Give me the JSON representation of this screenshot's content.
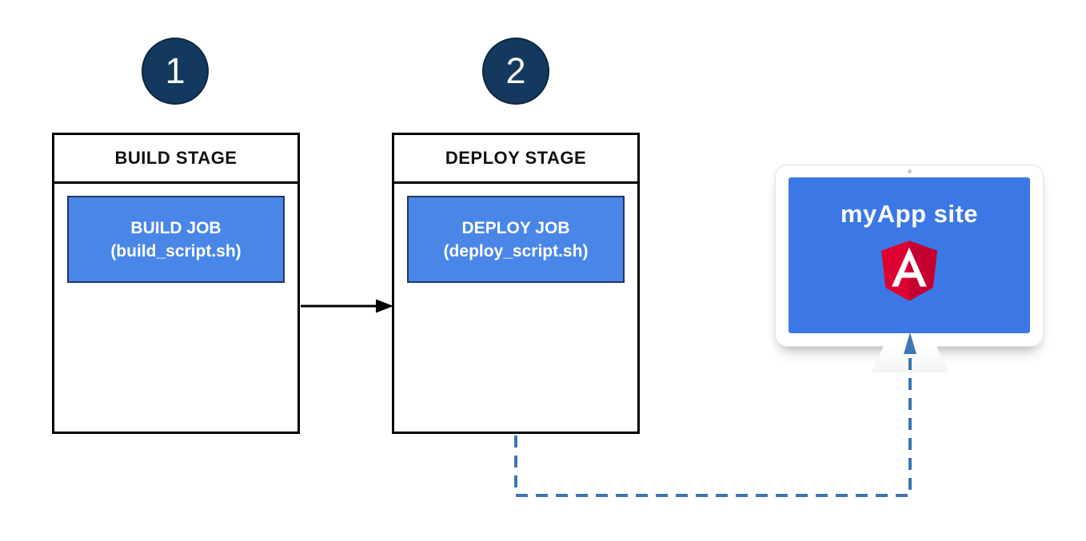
{
  "diagram": {
    "stages": [
      {
        "number": "1",
        "title": "BUILD STAGE",
        "job_label": "BUILD JOB",
        "job_script": "(build_script.sh)"
      },
      {
        "number": "2",
        "title": "DEPLOY STAGE",
        "job_label": "DEPLOY JOB",
        "job_script": "(deploy_script.sh)"
      }
    ],
    "connectors": [
      {
        "from": "build-stage",
        "to": "deploy-stage",
        "style": "solid-black-arrow"
      },
      {
        "from": "deploy-stage",
        "to": "monitor",
        "style": "dashed-blue-arrow"
      }
    ],
    "monitor": {
      "title": "myApp site",
      "logo": "angular-logo"
    },
    "colors": {
      "badge_fill": "#14395f",
      "badge_border": "#0d2741",
      "job_fill": "#4a86e8",
      "job_border": "#1f3864",
      "screen_blue": "#3b78e5",
      "dashed_connector": "#3d76b2",
      "solid_connector": "#000000",
      "angular_red": "#dd0031",
      "angular_red_dark": "#c3002f"
    }
  }
}
